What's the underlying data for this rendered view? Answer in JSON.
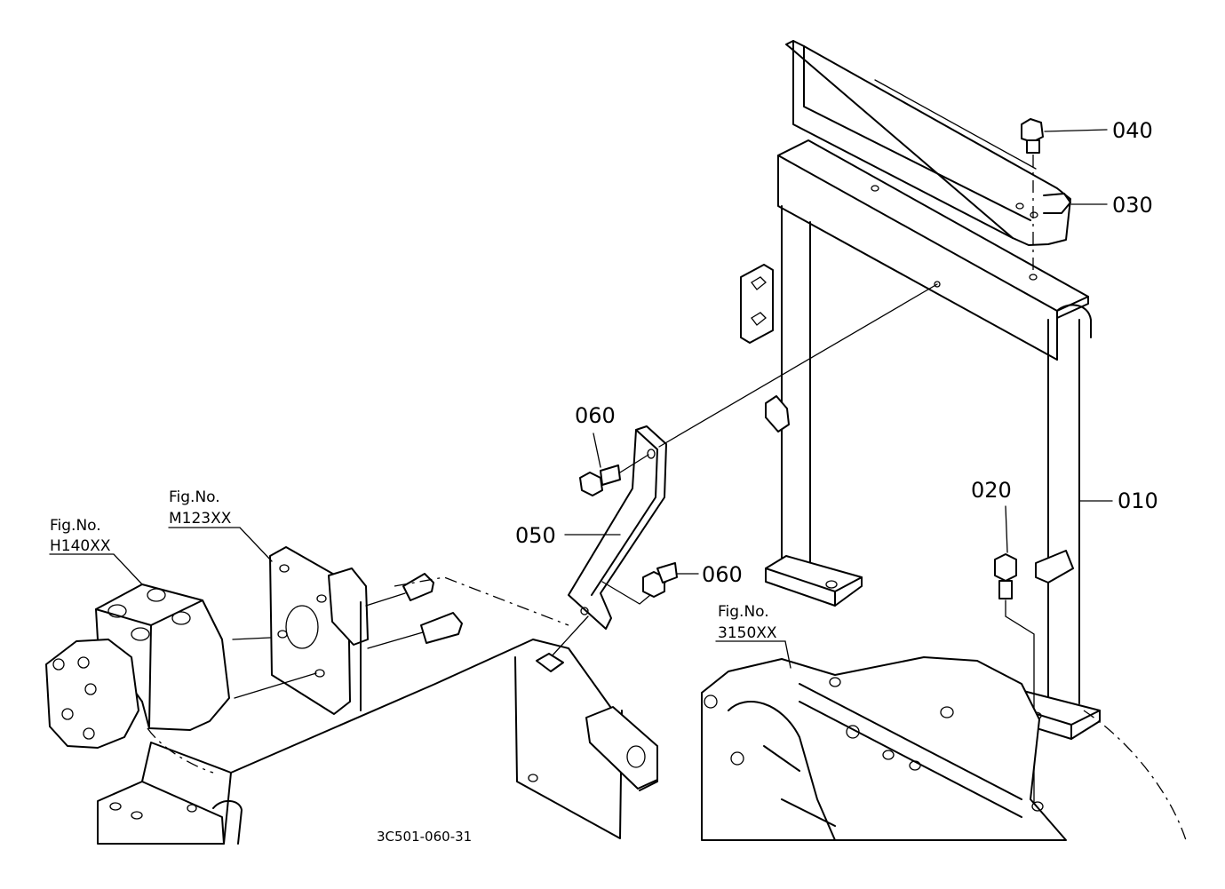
{
  "diagram_id": "3C501-060-31",
  "callouts": {
    "c040": "040",
    "c030": "030",
    "c010": "010",
    "c020": "020",
    "c060_top": "060",
    "c050": "050",
    "c060_mid": "060"
  },
  "fig_refs": {
    "h140": {
      "label": "Fig.No.",
      "number": "H140XX"
    },
    "m123": {
      "label": "Fig.No.",
      "number": "M123XX"
    },
    "f3150": {
      "label": "Fig.No.",
      "number": "3150XX"
    }
  },
  "colors": {
    "line": "#000000",
    "background": "#ffffff"
  }
}
